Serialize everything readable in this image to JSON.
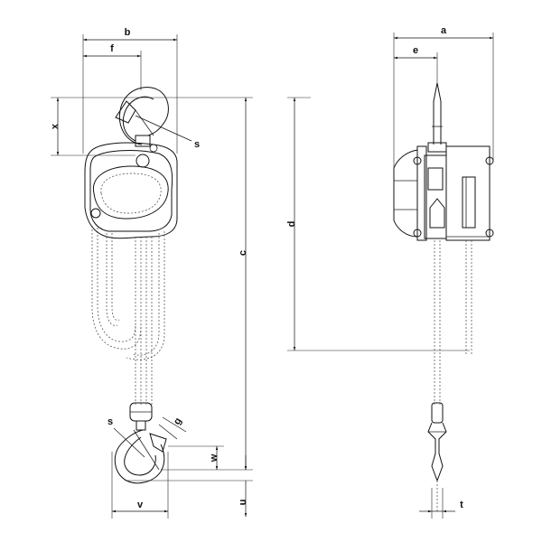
{
  "dimension_labels": {
    "a": "a",
    "b": "b",
    "c": "c",
    "d": "d",
    "e": "e",
    "f": "f",
    "g": "g",
    "s_top": "s",
    "s_bottom": "s",
    "t": "t",
    "u": "u",
    "v": "v",
    "w": "w",
    "x": "x"
  },
  "colors": {
    "line": "#111111",
    "background": "#ffffff"
  }
}
